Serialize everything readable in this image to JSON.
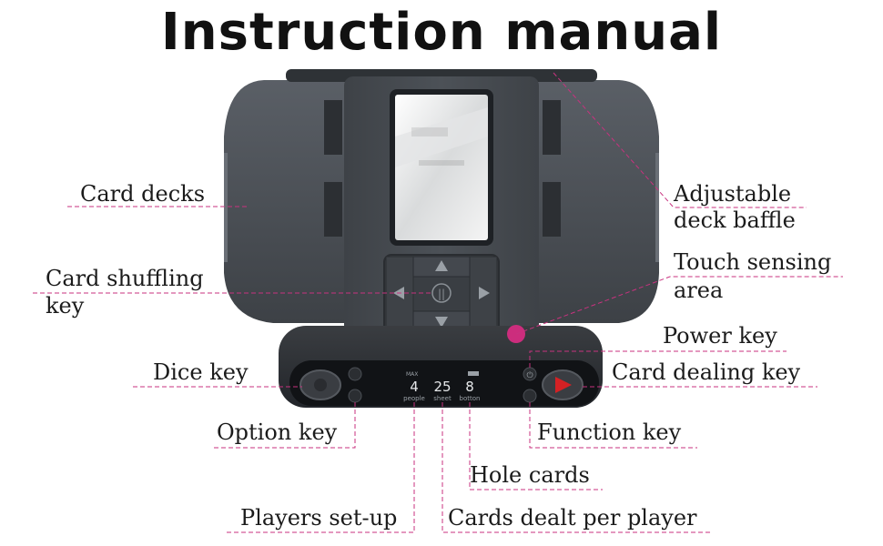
{
  "title": "Instruction manual",
  "colors": {
    "leader": "#c8327f",
    "device_body": "#4a4f55",
    "accent_red": "#d42124",
    "dot": "#cc2d7d"
  },
  "labels": {
    "card_decks": "Card decks",
    "adjustable_line1": "Adjustable",
    "adjustable_line2": "deck baffle",
    "touch_line1": "Touch sensing",
    "touch_line2": "area",
    "shuffle_line1": "Card shuffling",
    "shuffle_line2": "key",
    "power_key": "Power key",
    "dice_key": "Dice key",
    "card_dealing_key": "Card dealing key",
    "option_key": "Option key",
    "function_key": "Function key",
    "hole_cards": "Hole cards",
    "players_setup": "Players set-up",
    "cards_dealt": "Cards dealt per player"
  },
  "display": {
    "max": "MAX",
    "people_value": "4",
    "sheet_value": "25",
    "botton_value": "8",
    "people_label": "people",
    "sheet_label": "sheet",
    "botton_label": "botton"
  }
}
